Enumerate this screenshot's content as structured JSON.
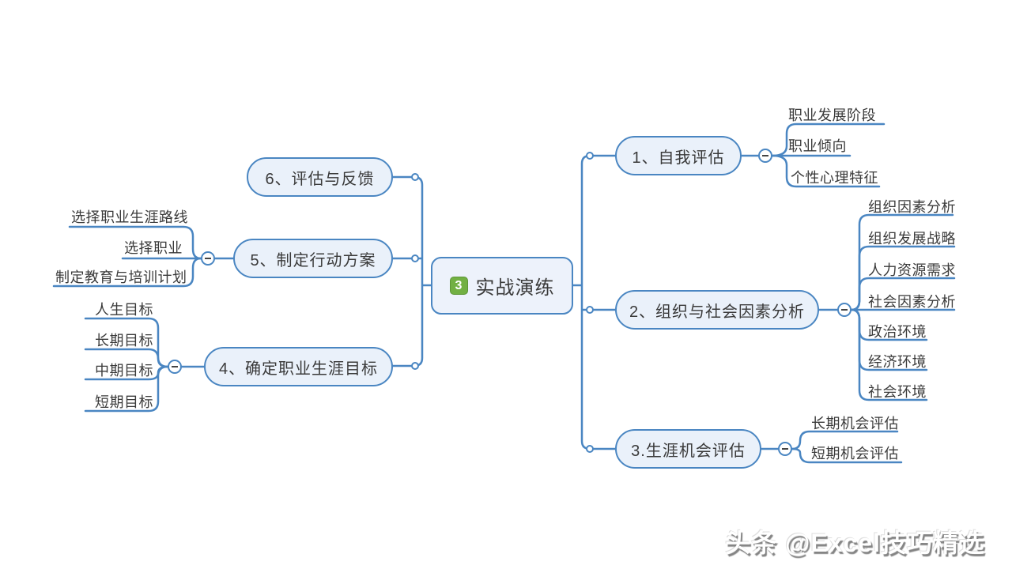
{
  "central": {
    "badge": "3",
    "label": "实战演练",
    "badge_icon": "priority-3-icon"
  },
  "right_branches": [
    {
      "label": "1、自我评估",
      "children": [
        "职业发展阶段",
        "职业倾向",
        "个性心理特征"
      ]
    },
    {
      "label": "2、组织与社会因素分析",
      "children": [
        "组织因素分析",
        "组织发展战略",
        "人力资源需求",
        "社会因素分析",
        "政治环境",
        "经济环境",
        "社会环境"
      ]
    },
    {
      "label": "3.生涯机会评估",
      "children": [
        "长期机会评估",
        "短期机会评估"
      ]
    }
  ],
  "left_branches": [
    {
      "label": "6、评估与反馈",
      "children": []
    },
    {
      "label": "5、制定行动方案",
      "children": [
        "选择职业生涯路线",
        "选择职业",
        "制定教育与培训计划"
      ]
    },
    {
      "label": "4、确定职业生涯目标",
      "children": [
        "人生目标",
        "长期目标",
        "中期目标",
        "短期目标"
      ]
    }
  ],
  "watermark": "头条 @Excel技巧精选",
  "icons": {
    "collapse": "minus"
  },
  "colors": {
    "line": "#4a86c2",
    "node_fill": "#eaf1fa",
    "node_border": "#4a86c2",
    "badge_green": "#72b043",
    "text": "#3a3a3a",
    "background": "#ffffff"
  }
}
